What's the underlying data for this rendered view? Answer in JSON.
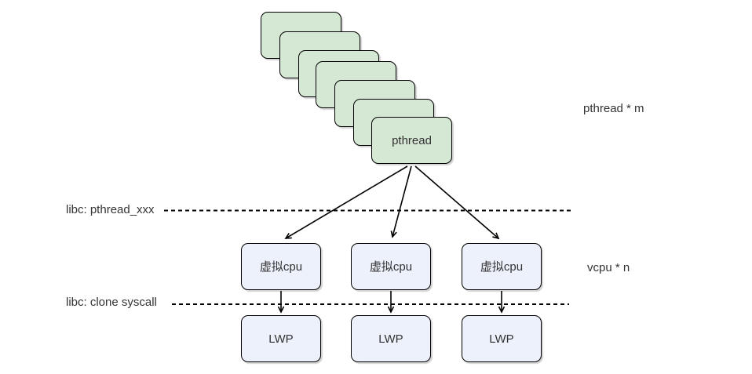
{
  "stack": {
    "front_label": "pthread",
    "box_count": 7,
    "side_label": "pthread * m"
  },
  "separators": [
    {
      "label": "libc:  pthread_xxx"
    },
    {
      "label": "libc:  clone syscall"
    }
  ],
  "vcpu": {
    "labels": [
      "虚拟cpu",
      "虚拟cpu",
      "虚拟cpu"
    ],
    "side_label": "vcpu * n"
  },
  "lwp": {
    "labels": [
      "LWP",
      "LWP",
      "LWP"
    ]
  },
  "colors": {
    "thread_box_fill": "#d5e8d4",
    "cpu_box_fill": "#edf1fc",
    "border": "#000000",
    "text": "#333333"
  }
}
